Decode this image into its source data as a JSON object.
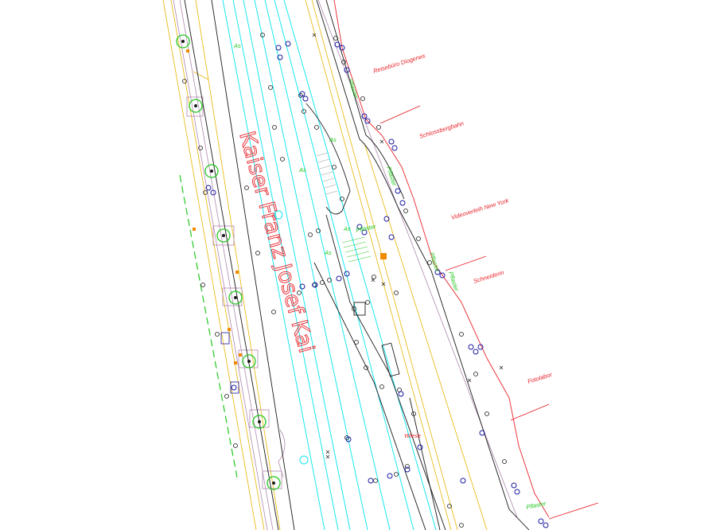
{
  "map": {
    "street_name": "Kaiser Franz Josef Kai",
    "shops": [
      "Reisebüro Diogenes",
      "Schlossbergbahn",
      "Videoverleih New York",
      "Schneiderin",
      "Fotolabor"
    ],
    "surface_labels": {
      "pflaster_1": "Pflaster",
      "pflaster_2": "Pflaster",
      "pflaster_3": "Pflaster",
      "pflaster_4": "Pflaster",
      "pflaster_5": "Pflaster",
      "pflaster_6": "Pflaster",
      "wiese": "Wiese",
      "as_1": "As",
      "as_2": "As",
      "as_3": "As",
      "as_4": "As",
      "as_5": "As"
    },
    "colors": {
      "shop_label": "#e8232a",
      "street_text": "#e8232a",
      "surface_label": "#22c81e",
      "curb_lines": "#00e5ee",
      "rail_lines": "#1a1a1a",
      "edge_lines": "#e8b400",
      "points": "#1a1aa0",
      "trees": "#22c81e",
      "building_edge": "#e8232a"
    },
    "icons": [
      "tree-symbol-icon",
      "survey-point-icon",
      "manhole-icon",
      "lamp-post-icon"
    ]
  }
}
